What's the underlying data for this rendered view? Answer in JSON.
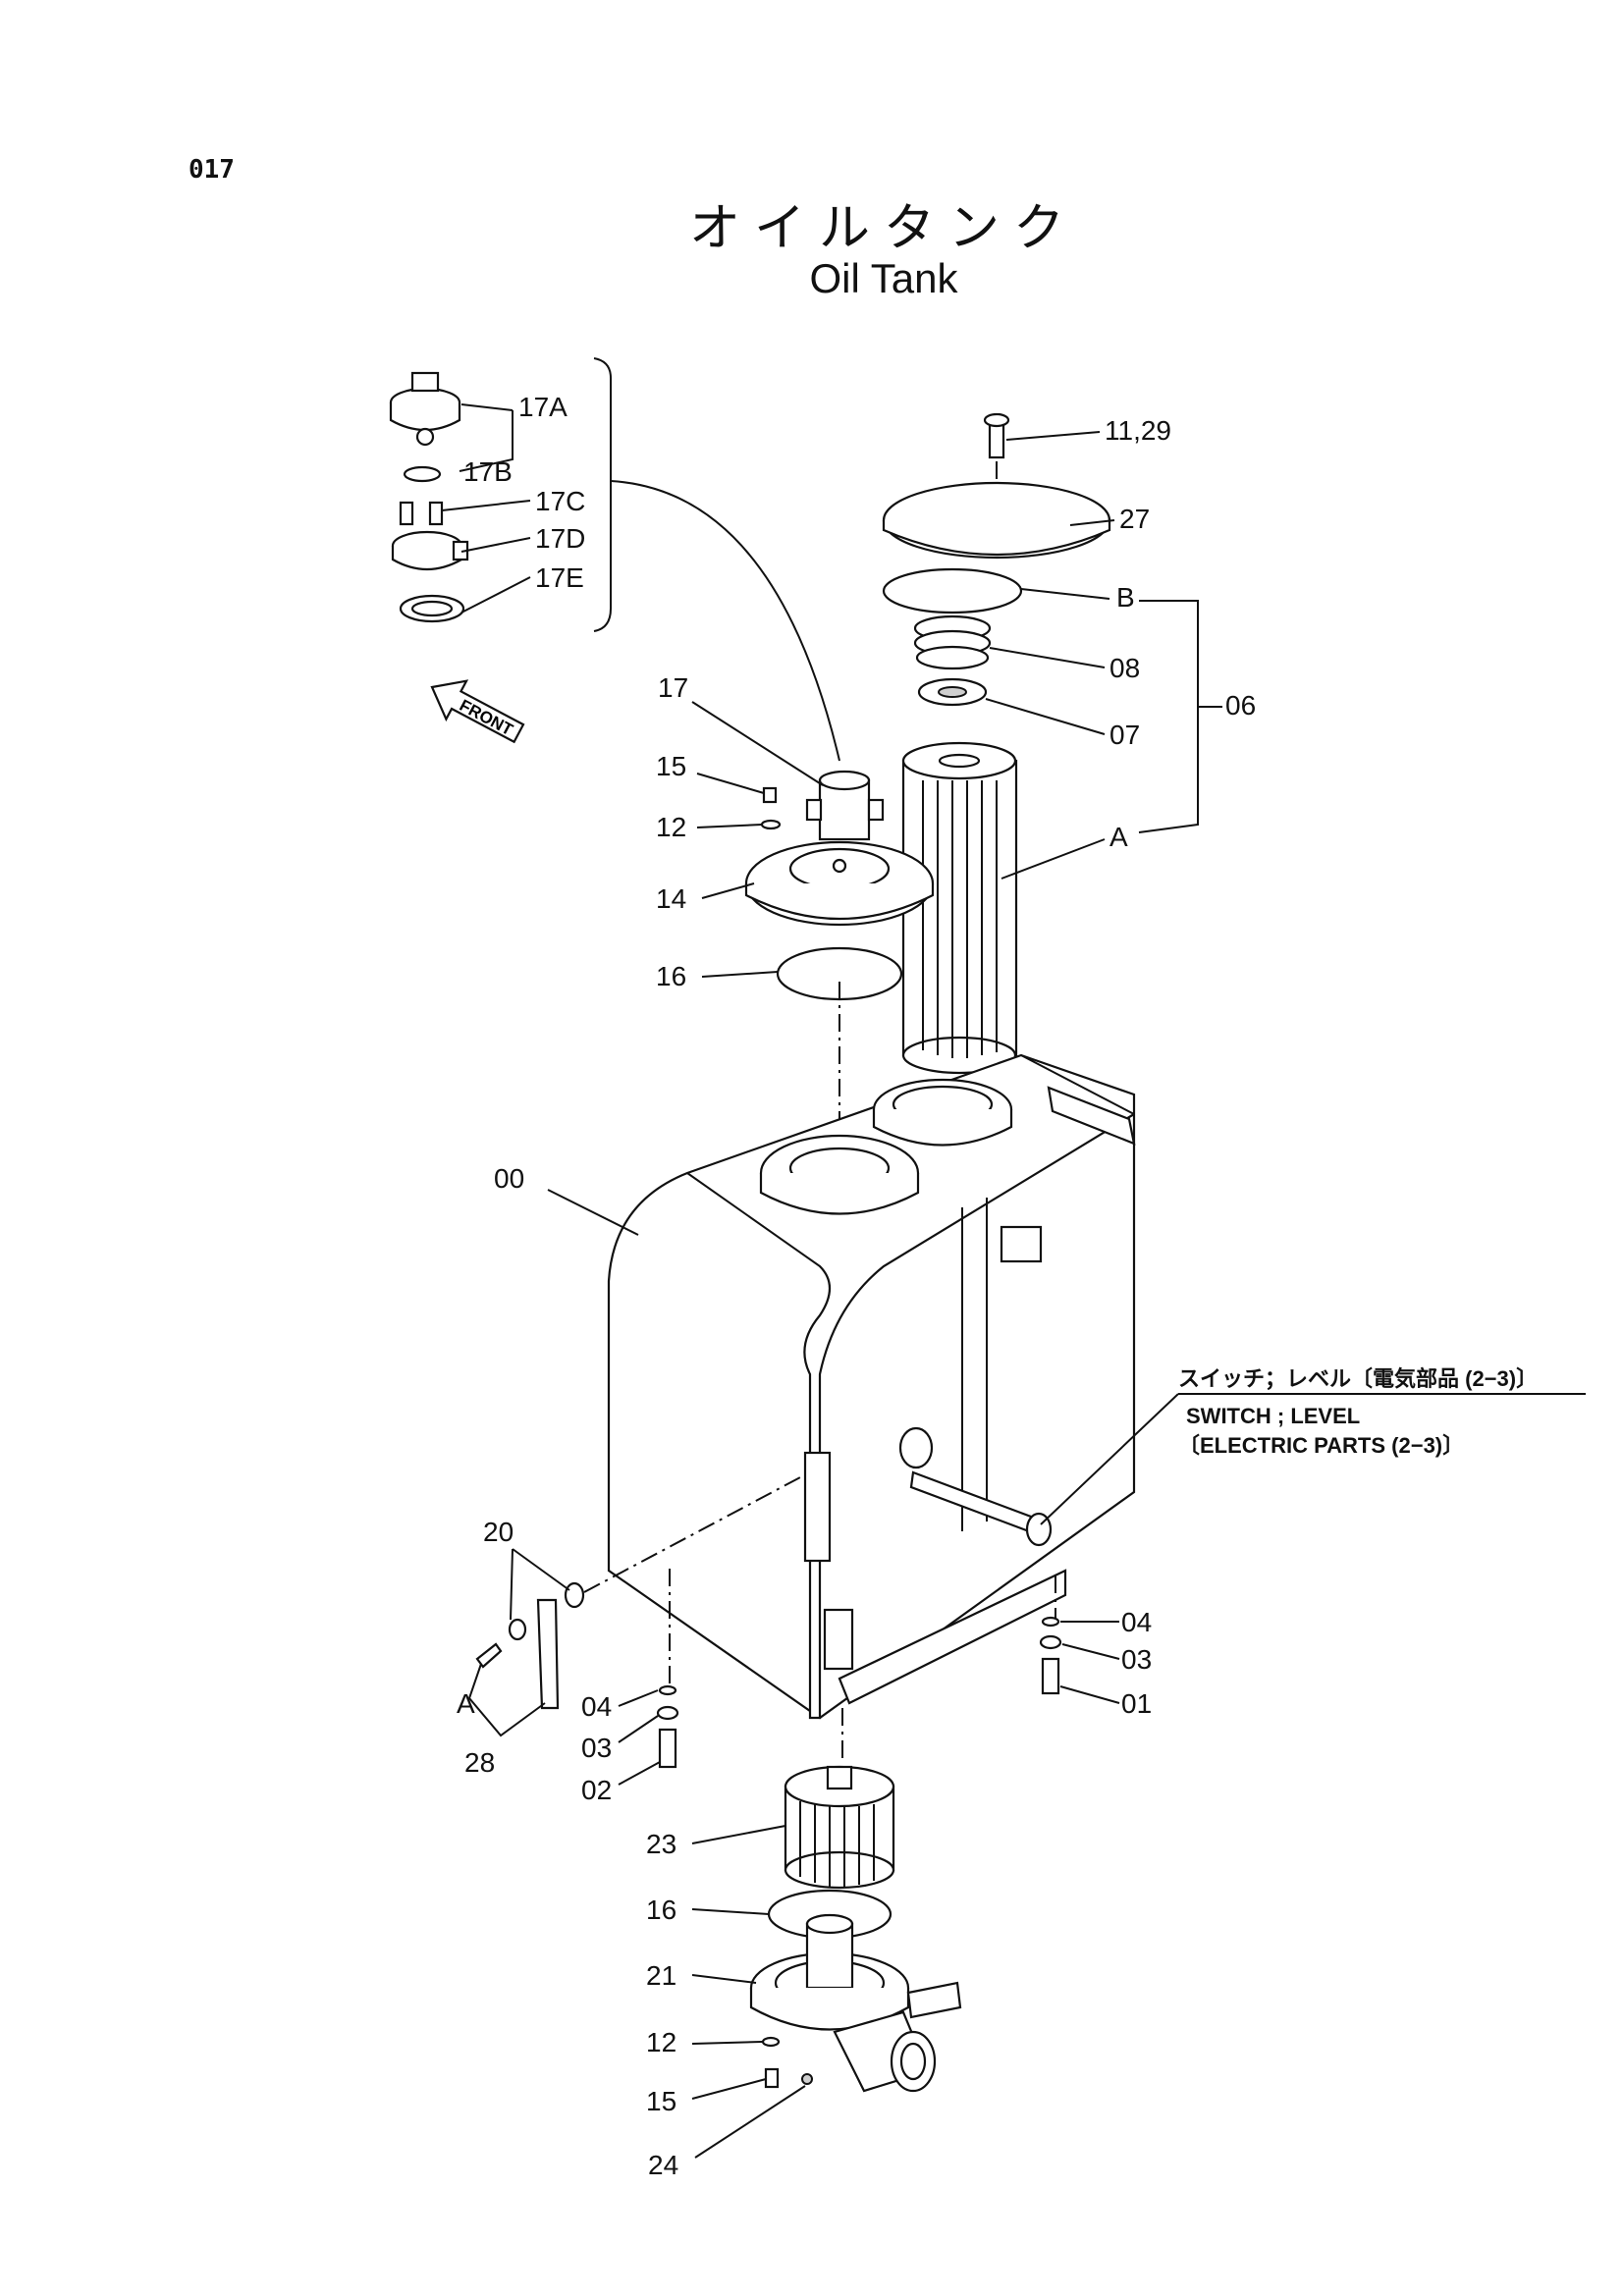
{
  "page_number": "017",
  "title_ja": "オイルタンク",
  "title_en": "Oil Tank",
  "front_label": "FRONT",
  "note": {
    "ja": "スイッチ；レベル〔電気部品 (2−3)〕",
    "en1": "SWITCH ; LEVEL",
    "en2": "〔ELECTRIC PARTS (2−3)〕"
  },
  "labels": {
    "p17A": "17A",
    "p17B": "17B",
    "p17C": "17C",
    "p17D": "17D",
    "p17E": "17E",
    "p1129": "11,29",
    "p27": "27",
    "pB": "B",
    "p08": "08",
    "p07": "07",
    "p06": "06",
    "pA_top": "A",
    "p17": "17",
    "p15_top": "15",
    "p12_top": "12",
    "p14": "14",
    "p16_top": "16",
    "p00": "00",
    "p20": "20",
    "pA_bot": "A",
    "p28": "28",
    "p04_left": "04",
    "p03_left": "03",
    "p02": "02",
    "p04_right": "04",
    "p03_right": "03",
    "p01": "01",
    "p23": "23",
    "p16_bot": "16",
    "p21": "21",
    "p12_bot": "12",
    "p15_bot": "15",
    "p24": "24"
  }
}
